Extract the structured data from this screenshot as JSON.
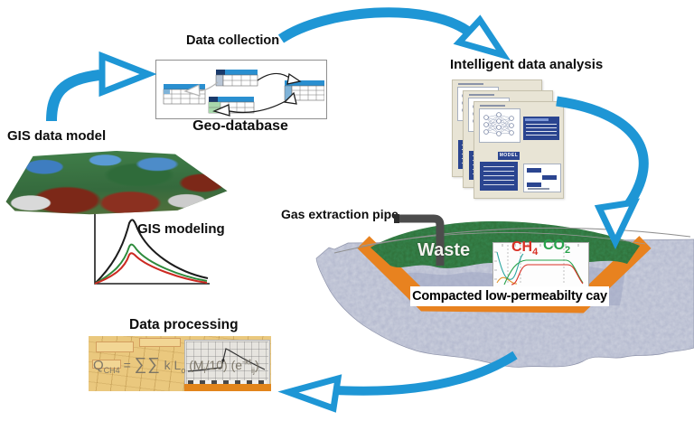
{
  "labels": {
    "data_collection": "Data collection",
    "geo_database": "Geo-database",
    "gis_data_model": "GIS data model",
    "gis_modeling": "GIS modeling",
    "data_processing": "Data processing",
    "intelligent_data_analysis": "Intelligent data analysis",
    "gas_extraction_pipe": "Gas extraction pipe",
    "waste": "Waste",
    "compacted_clay": "Compacted low-permeabilty cay"
  },
  "landfill_gases": {
    "gas1_base": "CH",
    "gas1_sub": "4",
    "gas2_base": "CO",
    "gas2_sub": "2"
  },
  "doc_card": {
    "model_label": "MODEL"
  },
  "formula": {
    "lhs": "Q",
    "lhs_sub": "CH4",
    "equals": " = ",
    "sums": "∑∑",
    "k_l": " k L",
    "l_sub": "o",
    "m_open": " (M",
    "m_sub": "i",
    "m_close": "/10) (e",
    "exp_sup": "-kt",
    "exp_sub": "ij",
    "close": ")"
  },
  "colors": {
    "arrow_blue": "#1e96d5",
    "table_header_blue": "#2a8fd0",
    "doc_navy": "#2b4590",
    "liner_orange": "#e8821f",
    "waste_green": "#2e6b33",
    "rock_gray": "#c7ccda",
    "ch4_red": "#d93025",
    "co2_green": "#28a24c"
  }
}
